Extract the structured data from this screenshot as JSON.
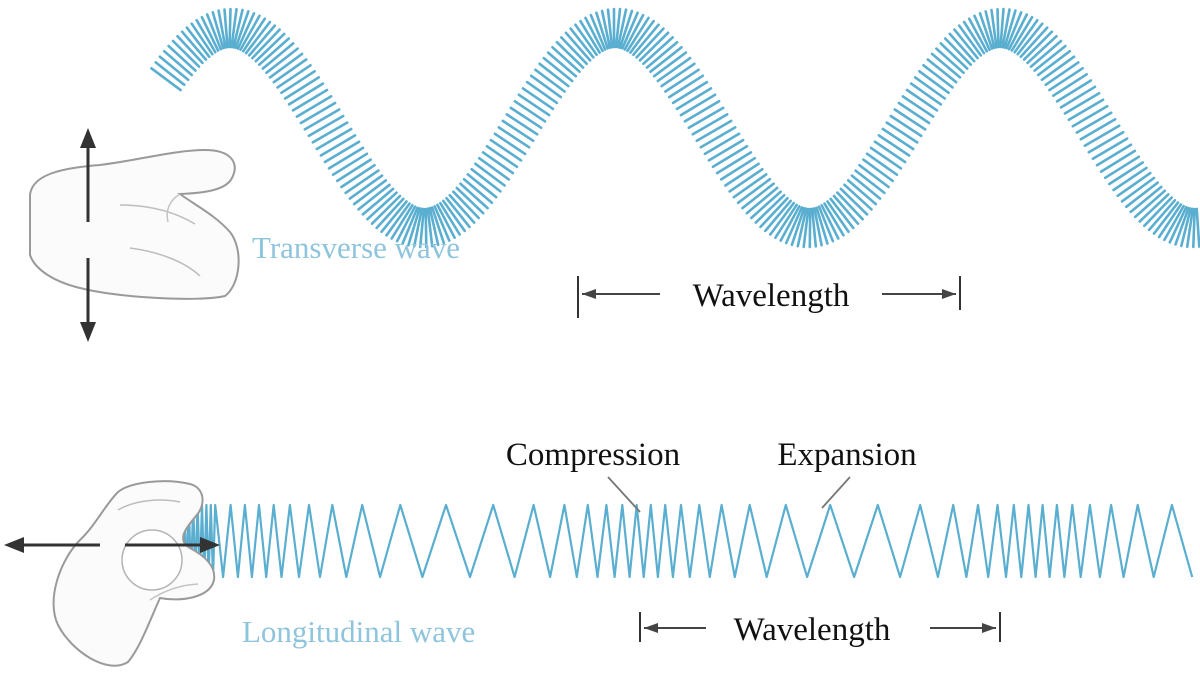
{
  "diagram": {
    "transverse": {
      "title": "Transverse wave",
      "wavelength_label": "Wavelength"
    },
    "longitudinal": {
      "title": "Longitudinal wave",
      "wavelength_label": "Wavelength",
      "compression_label": "Compression",
      "expansion_label": "Expansion"
    },
    "colors": {
      "spring": "#5aaed0",
      "title_text": "#8ec4dc",
      "label_text": "#111111",
      "arrow": "#333333",
      "hand_fill": "#fbfbfb",
      "hand_stroke": "#9a9a9a"
    }
  }
}
